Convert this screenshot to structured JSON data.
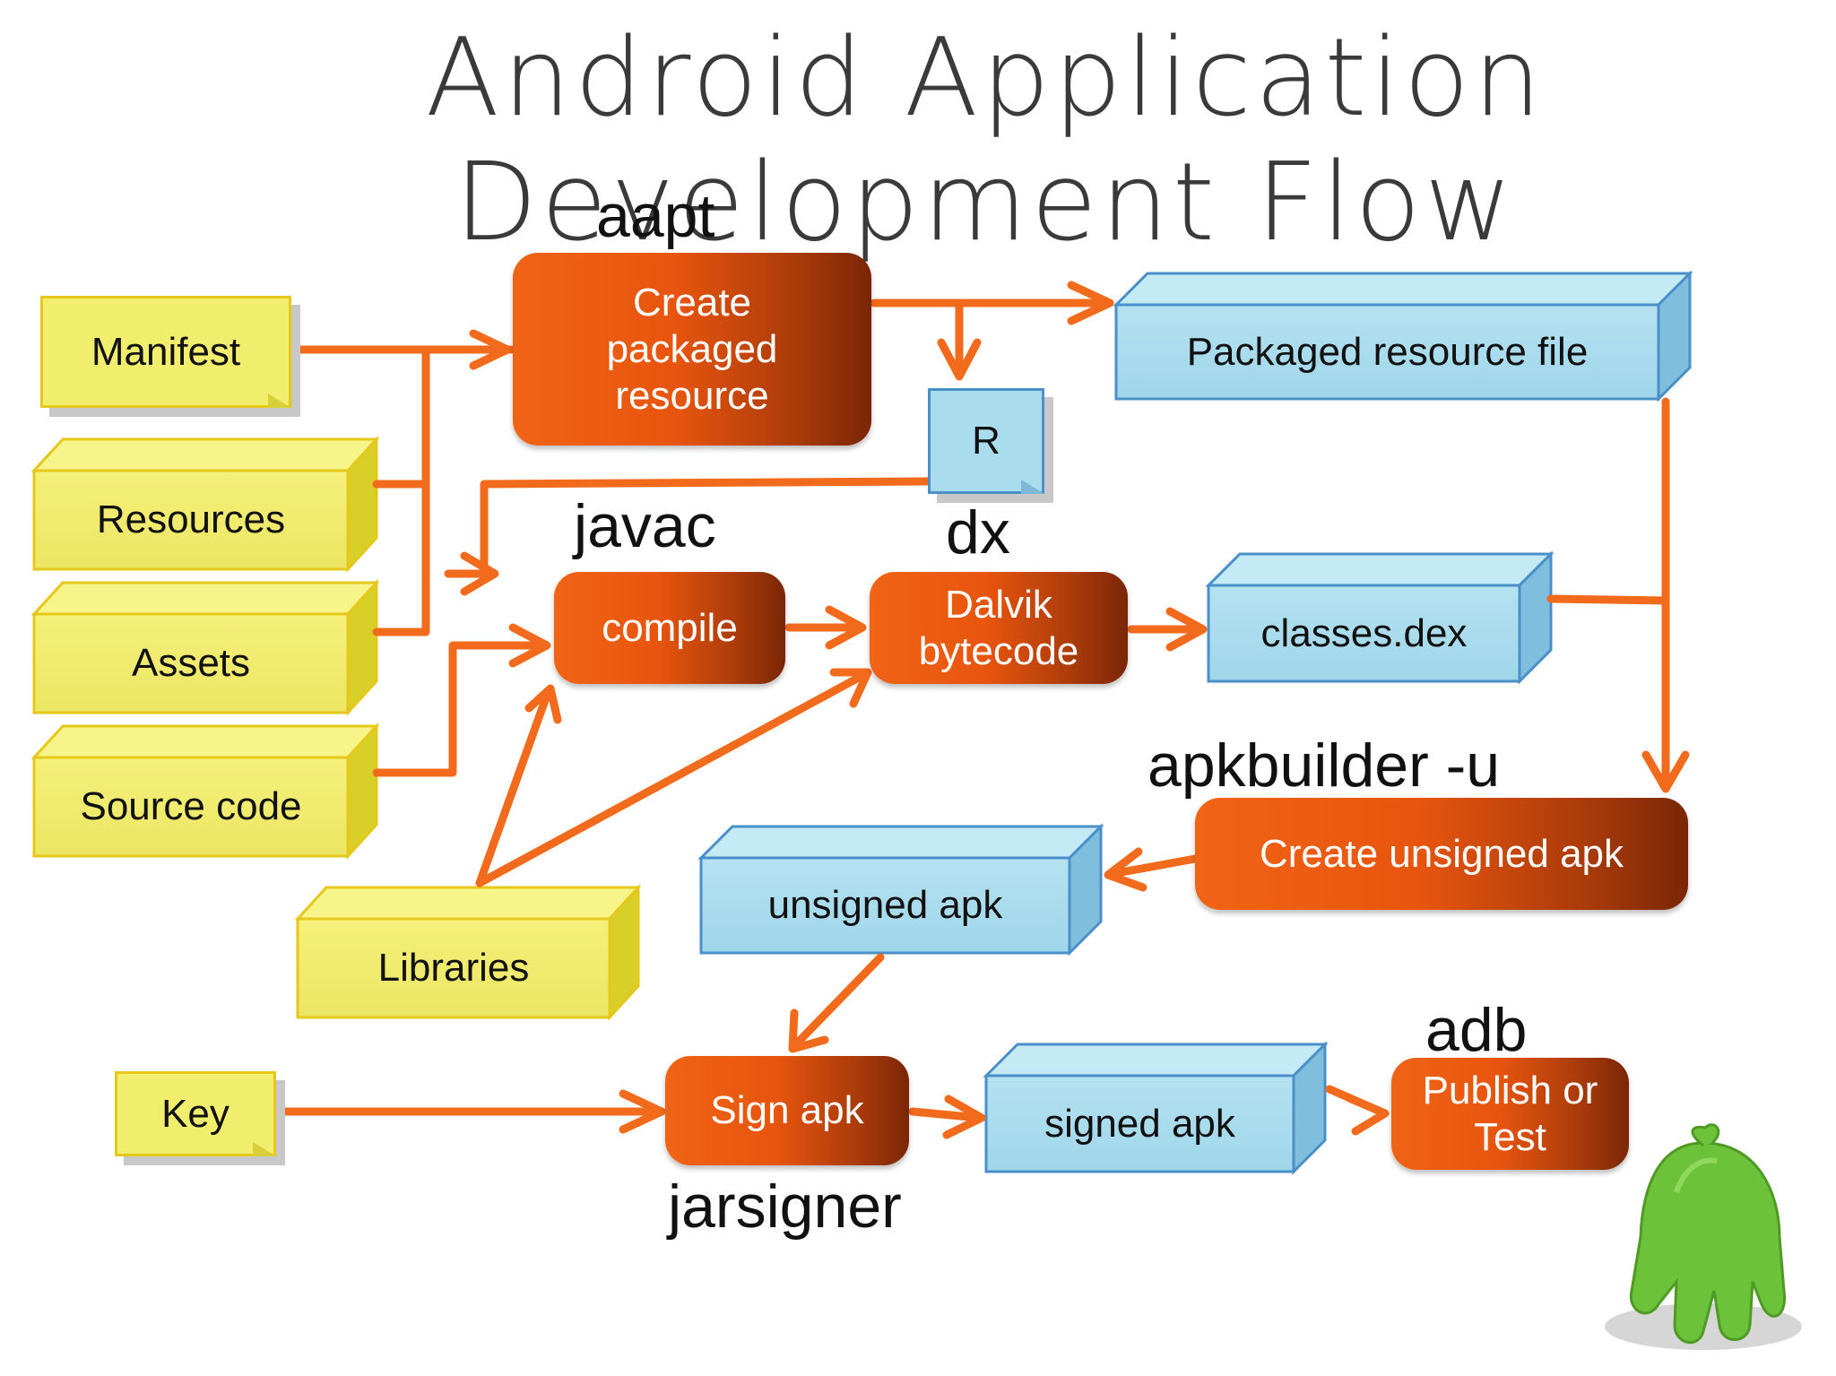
{
  "title": "Android Application Development Flow",
  "tools": {
    "aapt": "aapt",
    "javac": "javac",
    "dx": "dx",
    "apkbuilder": "apkbuilder -u",
    "adb": "adb",
    "jarsigner": "jarsigner"
  },
  "inputs": {
    "manifest": "Manifest",
    "resources": "Resources",
    "assets": "Assets",
    "source_code": "Source code",
    "libraries": "Libraries",
    "key": "Key"
  },
  "processes": {
    "create_packaged_resource": "Create\npackaged\nresource",
    "compile": "compile",
    "dalvik_bytecode": "Dalvik\nbytecode",
    "create_unsigned_apk": "Create unsigned apk",
    "sign_apk": "Sign apk",
    "publish_or_test": "Publish or\nTest"
  },
  "artifacts": {
    "packaged_resource_file": "Packaged resource file",
    "r": "R",
    "classes_dex": "classes.dex",
    "unsigned_apk": "unsigned apk",
    "signed_apk": "signed apk"
  },
  "colors": {
    "arrow": "#f26b1d",
    "process": "#e8550e",
    "input": "#f2ee6d",
    "artifact": "#a9dcec",
    "mascot": "#6cc33a"
  },
  "icons": {
    "mascot": "android-mascot-icon"
  }
}
